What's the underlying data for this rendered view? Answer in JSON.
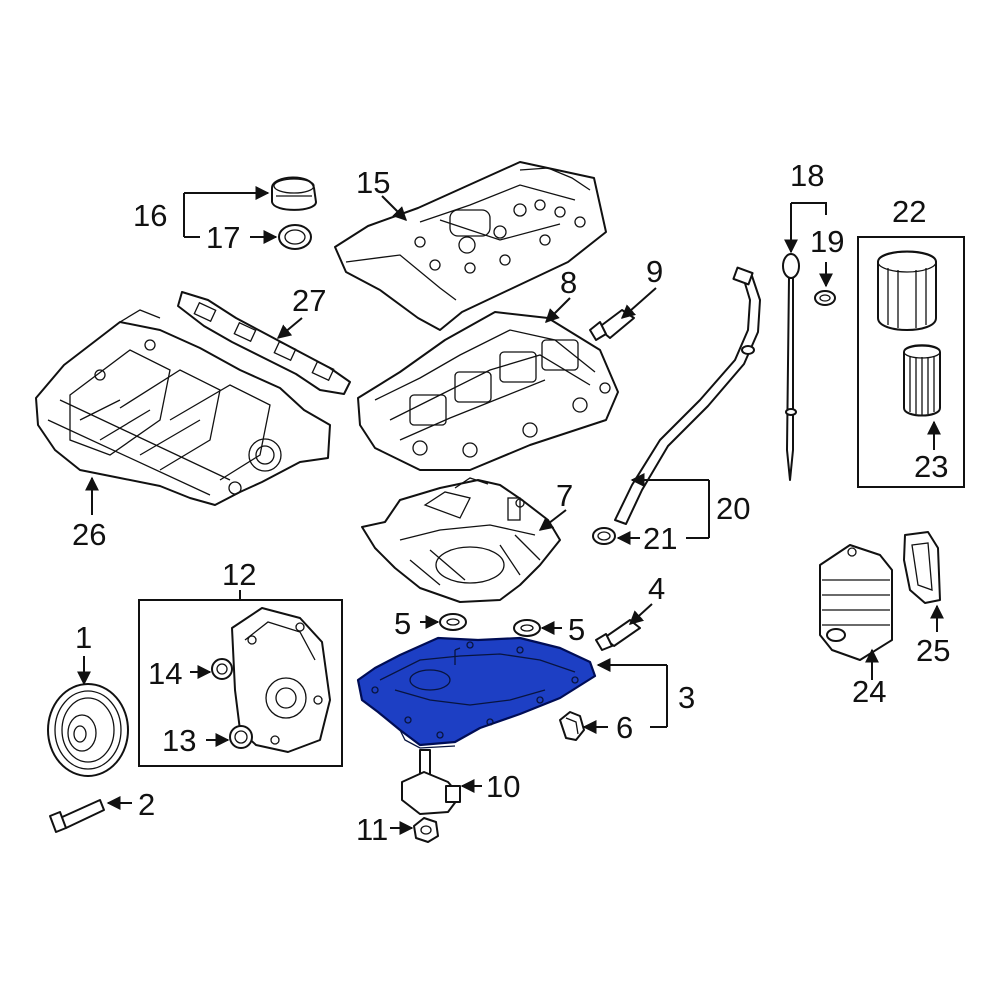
{
  "callouts": {
    "c1": "1",
    "c2": "2",
    "c3": "3",
    "c4": "4",
    "c5a": "5",
    "c5b": "5",
    "c6": "6",
    "c7": "7",
    "c8": "8",
    "c9": "9",
    "c10": "10",
    "c11": "11",
    "c12": "12",
    "c13": "13",
    "c14": "14",
    "c15": "15",
    "c16": "16",
    "c17": "17",
    "c18": "18",
    "c19": "19",
    "c20": "20",
    "c21": "21",
    "c22": "22",
    "c23": "23",
    "c24": "24",
    "c25": "25",
    "c26": "26",
    "c27": "27"
  },
  "highlighted_part": "3",
  "colors": {
    "highlight": "#1d3fc4",
    "line": "#111111",
    "background": "#ffffff"
  }
}
